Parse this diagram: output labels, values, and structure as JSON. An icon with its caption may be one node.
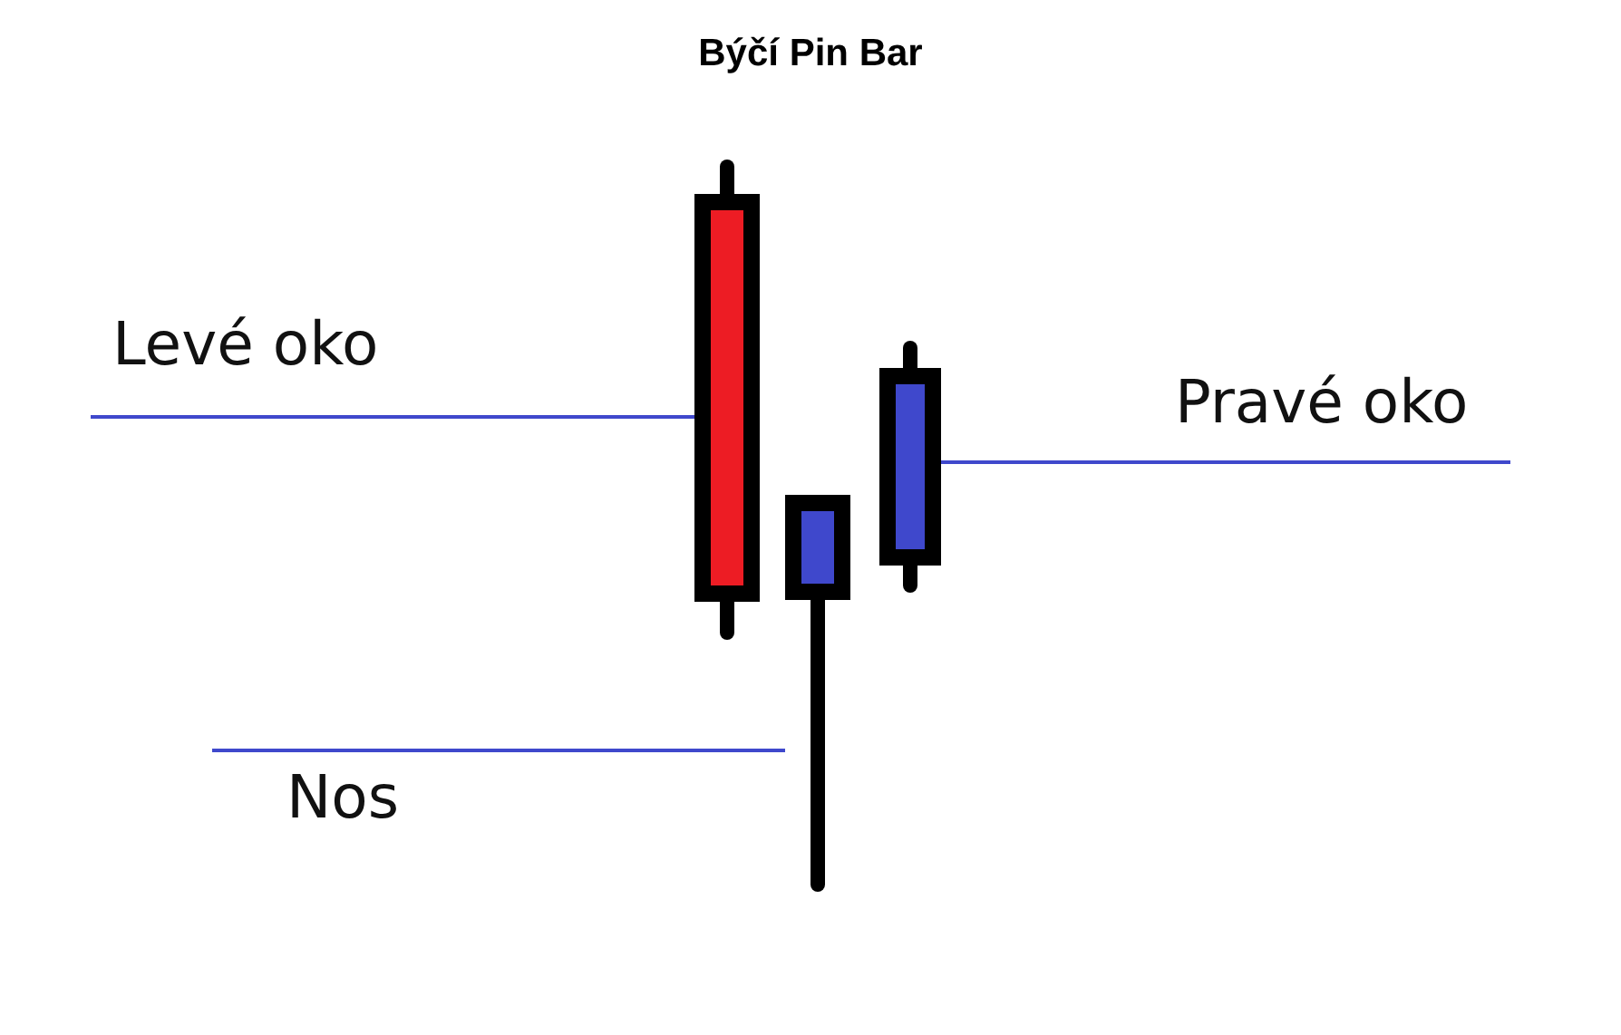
{
  "diagram": {
    "title": "Býčí Pin Bar",
    "nodes": [
      {
        "text": [
          "Levé oko"
        ]
      },
      {
        "text": [],
        "shape": "bar"
      },
      {
        "text": [],
        "shape": "bar"
      },
      {
        "text": [],
        "shape": "bar"
      },
      {
        "text": [
          "Pravé oko"
        ]
      },
      {
        "text": [
          "Nos"
        ]
      }
    ],
    "edges": [
      {
        "from": 0,
        "to": 1,
        "arrow": "none"
      },
      {
        "from": 4,
        "to": 3,
        "arrow": "none"
      },
      {
        "from": 5,
        "to": 2,
        "arrow": "none"
      }
    ]
  }
}
